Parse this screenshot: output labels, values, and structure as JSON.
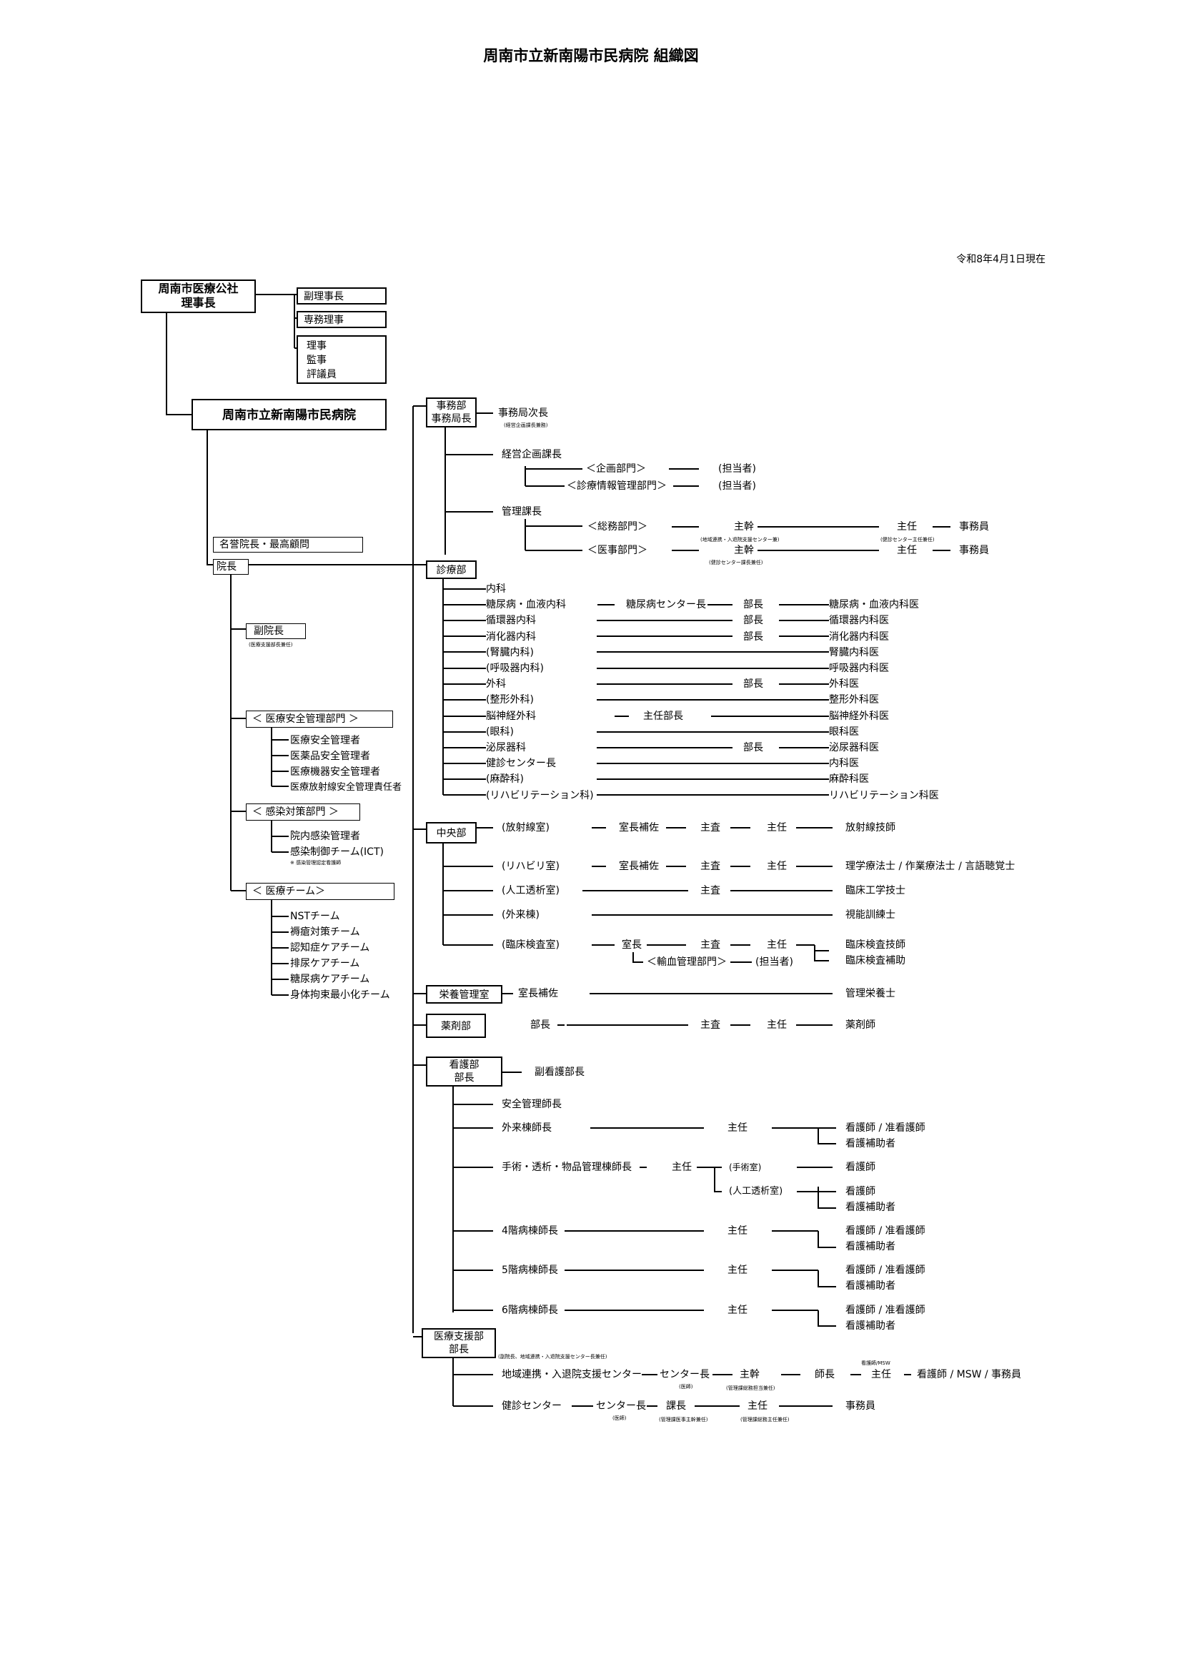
{
  "title": "周南市立新南陽市民病院 組織図",
  "date": "令和8年4月1日現在",
  "top": {
    "corp_l1": "周南市医療公社",
    "corp_l2": "理事長",
    "vice": "副理事長",
    "exec": "専務理事",
    "board": [
      "理事",
      "監事",
      "評議員"
    ],
    "hospital": "周南市立新南陽市民病院",
    "honorary": "名誉院長・最高顧問",
    "director": "院長"
  },
  "left": {
    "vice_director": "副院長",
    "vice_director_note": "(医療支援部長兼任)",
    "safety_group": "＜ 医療安全管理部門 ＞",
    "safety_items": [
      "医療安全管理者",
      "医薬品安全管理者",
      "医療機器安全管理者",
      "医療放射線安全管理責任者"
    ],
    "infection_group": "＜ 感染対策部門 ＞",
    "infection_items": [
      "院内感染管理者",
      "感染制御チーム(ICT)"
    ],
    "infection_note": "※ 感染管理認定看護師",
    "team_group": "＜ 医療チーム＞",
    "team_items": [
      "NSTチーム",
      "褥瘡対策チーム",
      "認知症ケアチーム",
      "排尿ケアチーム",
      "糖尿病ケアチーム",
      "身体拘束最小化チーム"
    ]
  },
  "jimu": {
    "box_l1": "事務部",
    "box_l2": "事務局長",
    "deputy": "事務局次長",
    "deputy_note": "(経営企画課長兼務)",
    "keiei": "経営企画課長",
    "kikaku": "＜企画部門＞",
    "kikaku_staff": "(担当者)",
    "joho": "＜診療情報管理部門＞",
    "joho_staff": "(担当者)",
    "kanri": "管理課長",
    "somu": "＜総務部門＞",
    "somu_chief": "主幹",
    "somu_chief_note": "(地域連携・入退院支援センター兼)",
    "somu_shunin": "主任",
    "somu_shunin_note": "(健診センター主任兼任)",
    "somu_staff": "事務員",
    "iji": "＜医事部門＞",
    "iji_chief": "主幹",
    "iji_chief_note": "(健診センター課長兼任)",
    "iji_shunin": "主任",
    "iji_staff": "事務員"
  },
  "shinryo": {
    "box": "診療部",
    "rows": [
      {
        "dept": "内科",
        "mid": "",
        "bucho": "",
        "doc": ""
      },
      {
        "dept": "糖尿病・血液内科",
        "mid": "糖尿病センター長",
        "bucho": "部長",
        "doc": "糖尿病・血液内科医"
      },
      {
        "dept": "循環器内科",
        "mid": "",
        "bucho": "部長",
        "doc": "循環器内科医"
      },
      {
        "dept": "消化器内科",
        "mid": "",
        "bucho": "部長",
        "doc": "消化器内科医"
      },
      {
        "dept": "(腎臓内科)",
        "mid": "",
        "bucho": "",
        "doc": "腎臓内科医"
      },
      {
        "dept": "(呼吸器内科)",
        "mid": "",
        "bucho": "",
        "doc": "呼吸器内科医"
      },
      {
        "dept": "外科",
        "mid": "",
        "bucho": "部長",
        "doc": "外科医"
      },
      {
        "dept": "(整形外科)",
        "mid": "",
        "bucho": "",
        "doc": "整形外科医"
      },
      {
        "dept": "脳神経外科",
        "mid": "主任部長",
        "bucho": "",
        "doc": "脳神経外科医"
      },
      {
        "dept": "(眼科)",
        "mid": "",
        "bucho": "",
        "doc": "眼科医"
      },
      {
        "dept": "泌尿器科",
        "mid": "",
        "bucho": "部長",
        "doc": "泌尿器科医"
      },
      {
        "dept": "健診センター長",
        "mid": "",
        "bucho": "",
        "doc": "内科医"
      },
      {
        "dept": "(麻酔科)",
        "mid": "",
        "bucho": "",
        "doc": "麻酔科医"
      },
      {
        "dept": "(リハビリテーション科)",
        "mid": "",
        "bucho": "",
        "doc": "リハビリテーション科医"
      }
    ]
  },
  "chuo": {
    "box": "中央部",
    "hoshasen": "(放射線室)",
    "h_hosa": "室長補佐",
    "h_shusa": "主査",
    "h_shunin": "主任",
    "h_staff": "放射線技師",
    "reha": "(リハビリ室)",
    "r_hosa": "室長補佐",
    "r_shusa": "主査",
    "r_shunin": "主任",
    "r_staff": "理学療法士 / 作業療法士 / 言語聴覚士",
    "toseki": "(人工透析室)",
    "t_shusa": "主査",
    "t_staff": "臨床工学技士",
    "gairai": "(外来棟)",
    "g_staff": "視能訓練士",
    "kensa": "(臨床検査室)",
    "k_chief": "室長",
    "k_shusa": "主査",
    "k_shunin": "主任",
    "k_staff1": "臨床検査技師",
    "k_staff2": "臨床検査補助",
    "yuketsu": "＜輸血管理部門＞",
    "yuketsu_staff": "(担当者)"
  },
  "eiyo": {
    "box": "栄養管理室",
    "hosa": "室長補佐",
    "staff": "管理栄養士"
  },
  "yakuzai": {
    "box": "薬剤部",
    "bucho": "部長",
    "shusa": "主査",
    "shunin": "主任",
    "staff": "薬剤師"
  },
  "kango": {
    "box_l1": "看護部",
    "box_l2": "部長",
    "deputy": "副看護部長",
    "anzen": "安全管理師長",
    "gairai": "外来棟師長",
    "gairai_shunin": "主任",
    "shujutsu": "手術・透析・物品管理棟師長",
    "shujutsu_shunin": "主任",
    "shujutsu_room": "(手術室)",
    "toseki_room": "(人工透析室)",
    "w4": "4階病棟師長",
    "w5": "5階病棟師長",
    "w6": "6階病棟師長",
    "ward_shunin": "主任",
    "nurse_pair": "看護師 / 准看護師",
    "nurse": "看護師",
    "aide": "看護補助者"
  },
  "iryoshien": {
    "box_l1": "医療支援部",
    "box_l2": "部長",
    "box_note": "(副院長、地域連携・入退院支援センター長兼任)",
    "renkei": "地域連携・入退院支援センター",
    "renkei_chief": "センター長",
    "renkei_chief_note": "(医師)",
    "renkei_kan": "主幹",
    "renkei_kan_note": "(管理課総務担当兼任)",
    "renkei_shicho": "師長",
    "renkei_shunin": "主任",
    "renkei_shunin_note": "看護師/MSW",
    "renkei_staff": "看護師 / MSW / 事務員",
    "kenshin": "健診センター",
    "kenshin_chief": "センター長",
    "kenshin_chief_note": "(医師)",
    "kenshin_kacho": "課長",
    "kenshin_kacho_note": "(管理課医事主幹兼任)",
    "kenshin_shunin": "主任",
    "kenshin_shunin_note": "(管理課総務主任兼任)",
    "kenshin_staff": "事務員"
  }
}
